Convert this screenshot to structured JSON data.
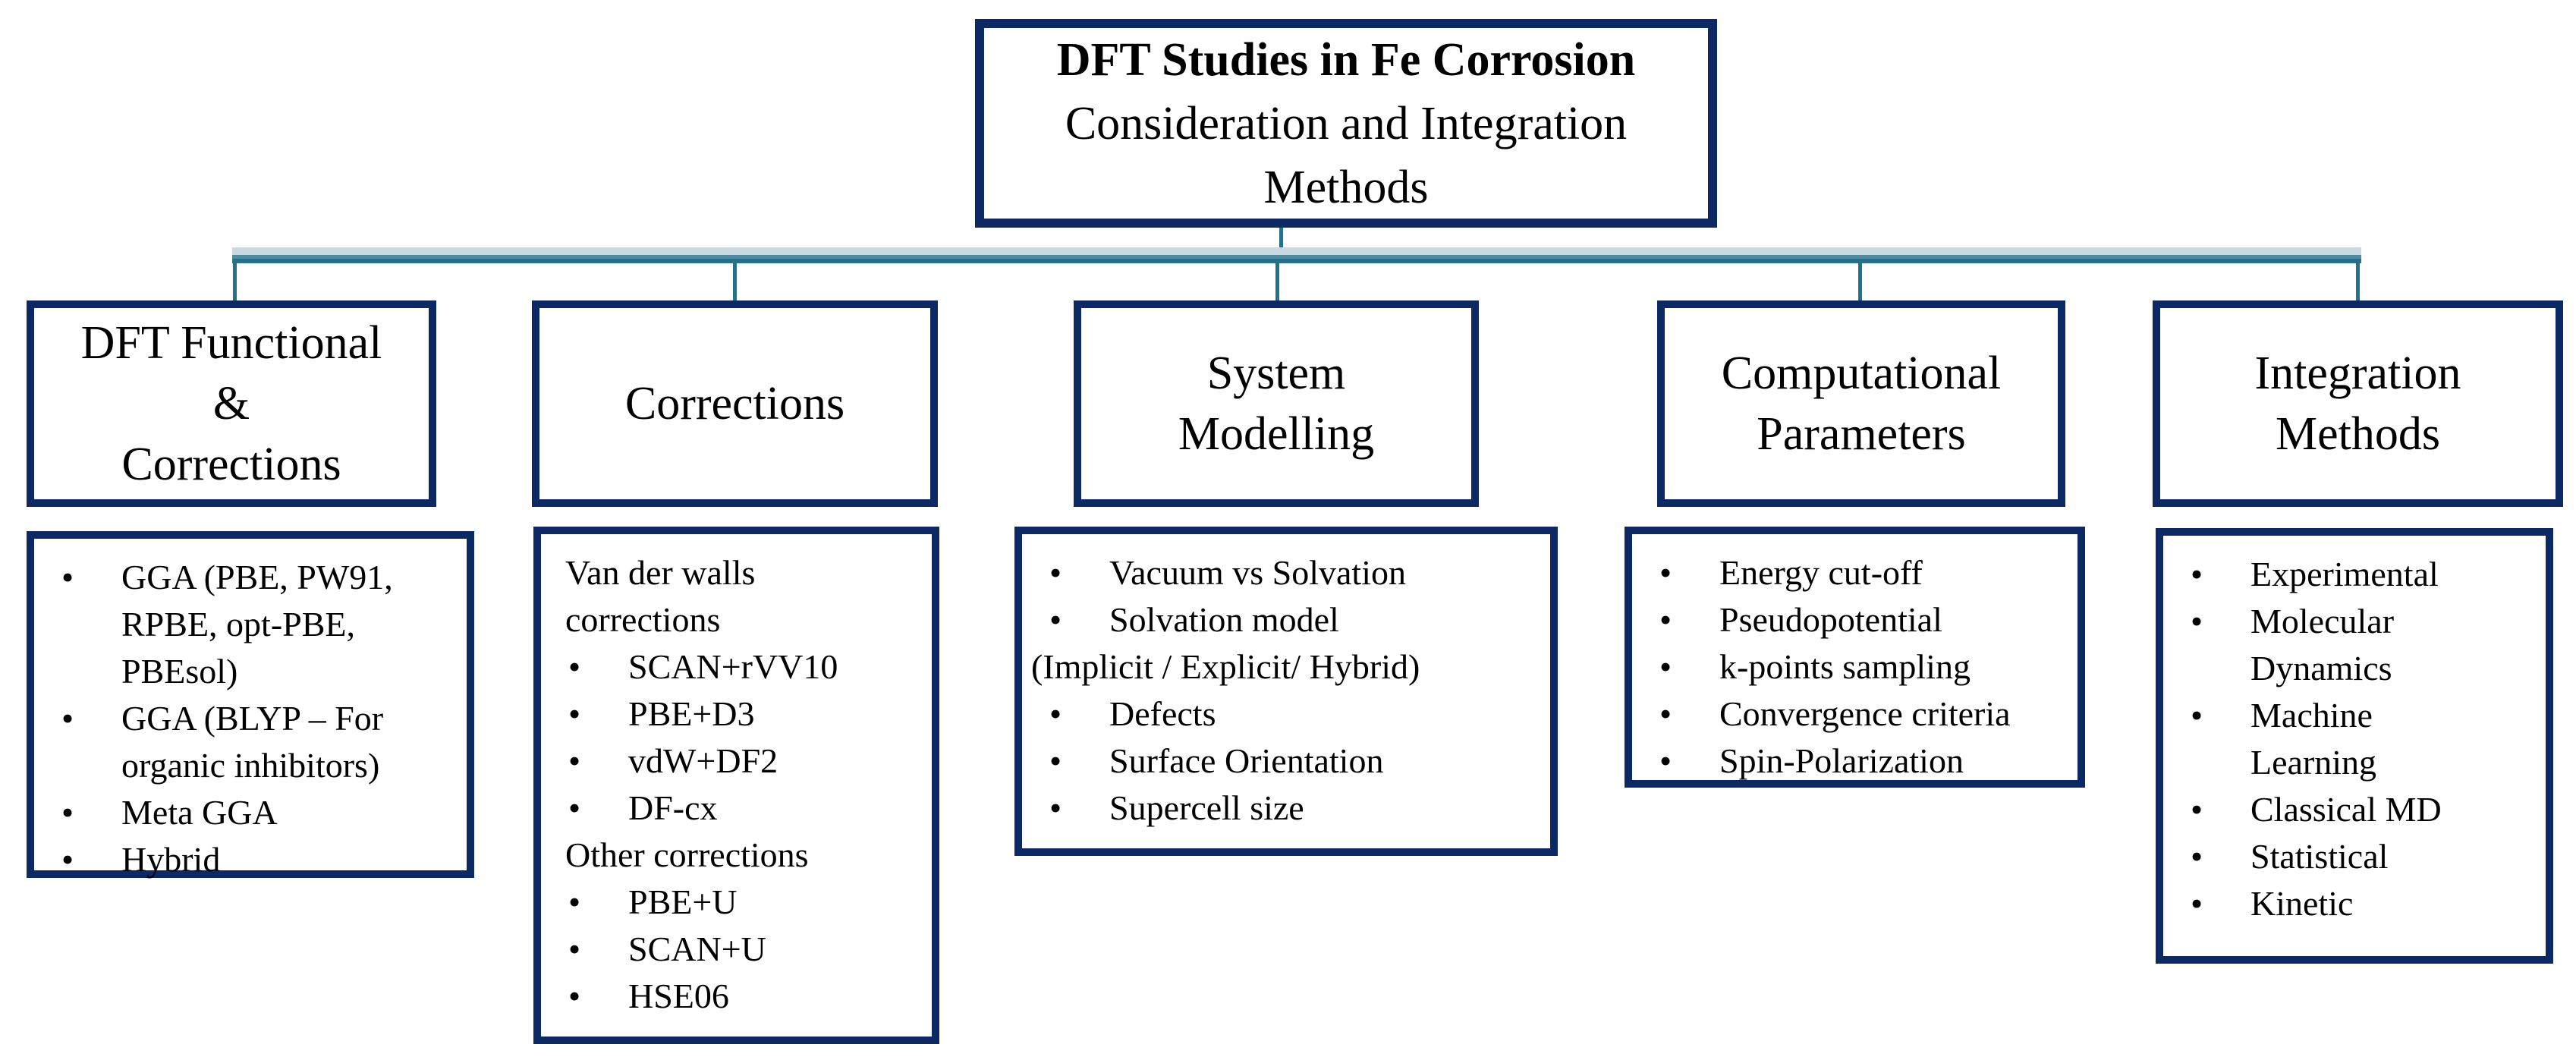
{
  "colors": {
    "background": "#ffffff",
    "text": "#000000",
    "box_border": "#0d2963",
    "connector_dark": "#26708c",
    "connector_mid": "#4f8ba0",
    "connector_light": "#c9dae1"
  },
  "diagram": {
    "root": {
      "title": "DFT Studies in Fe Corrosion",
      "subtitle": "Consideration and Integration\nMethods"
    },
    "branches": [
      {
        "header": "DFT Functional\n&\nCorrections",
        "items": [
          {
            "bullet": true,
            "text": "GGA (PBE, PW91,\nRPBE, opt-PBE,\nPBEsol)"
          },
          {
            "bullet": true,
            "text": "GGA (BLYP – For\norganic inhibitors)"
          },
          {
            "bullet": true,
            "text": "Meta GGA"
          },
          {
            "bullet": true,
            "text": "Hybrid"
          }
        ]
      },
      {
        "header": "Corrections",
        "items": [
          {
            "bullet": false,
            "text": "Van der walls\ncorrections"
          },
          {
            "bullet": true,
            "text": "SCAN+rVV10"
          },
          {
            "bullet": true,
            "text": "PBE+D3"
          },
          {
            "bullet": true,
            "text": "vdW+DF2"
          },
          {
            "bullet": true,
            "text": "DF-cx"
          },
          {
            "bullet": false,
            "text": "Other corrections"
          },
          {
            "bullet": true,
            "text": "PBE+U"
          },
          {
            "bullet": true,
            "text": "SCAN+U"
          },
          {
            "bullet": true,
            "text": "HSE06"
          }
        ]
      },
      {
        "header": "System\nModelling",
        "items": [
          {
            "bullet": true,
            "text": "Vacuum vs Solvation"
          },
          {
            "bullet": true,
            "text": "Solvation model"
          },
          {
            "bullet": false,
            "text": "(Implicit / Explicit/ Hybrid)"
          },
          {
            "bullet": true,
            "text": "Defects"
          },
          {
            "bullet": true,
            "text": "Surface Orientation"
          },
          {
            "bullet": true,
            "text": "Supercell size"
          }
        ]
      },
      {
        "header": "Computational\nParameters",
        "items": [
          {
            "bullet": true,
            "text": "Energy cut-off"
          },
          {
            "bullet": true,
            "text": "Pseudopotential"
          },
          {
            "bullet": true,
            "text": "k-points sampling"
          },
          {
            "bullet": true,
            "text": "Convergence criteria"
          },
          {
            "bullet": true,
            "text": "Spin-Polarization"
          }
        ]
      },
      {
        "header": "Integration\nMethods",
        "items": [
          {
            "bullet": true,
            "text": "Experimental"
          },
          {
            "bullet": true,
            "text": "Molecular\nDynamics"
          },
          {
            "bullet": true,
            "text": "Machine\nLearning"
          },
          {
            "bullet": true,
            "text": "Classical MD"
          },
          {
            "bullet": true,
            "text": "Statistical"
          },
          {
            "bullet": true,
            "text": "Kinetic"
          }
        ]
      }
    ]
  }
}
